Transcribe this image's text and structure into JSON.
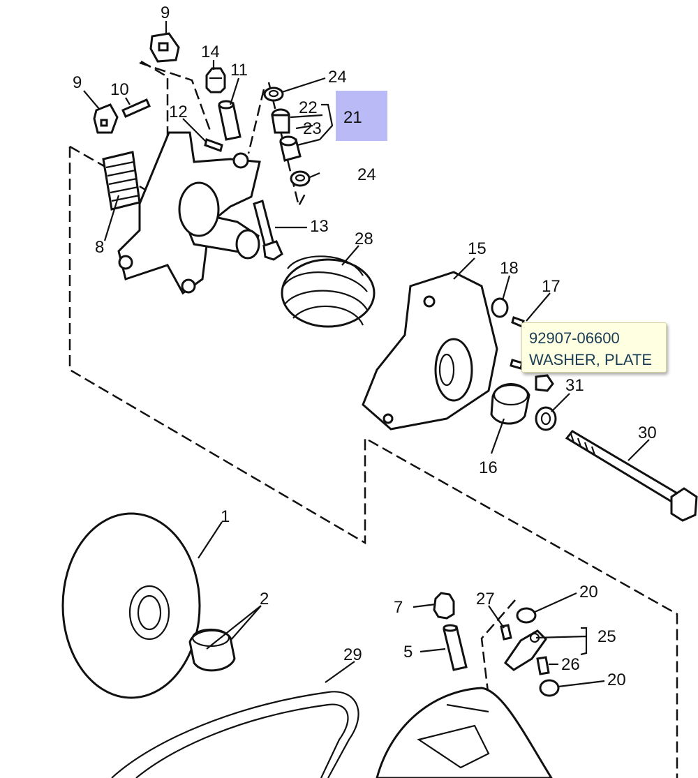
{
  "tooltip": {
    "part_number": "92907-06600",
    "description": "WASHER, PLATE"
  },
  "highlighted_callout": "21",
  "callouts": {
    "c1": "1",
    "c2": "2",
    "c5": "5",
    "c7": "7",
    "c8": "8",
    "c9a": "9",
    "c9b": "9",
    "c10": "10",
    "c11": "11",
    "c12": "12",
    "c13": "13",
    "c14": "14",
    "c15": "15",
    "c16": "16",
    "c17": "17",
    "c18": "18",
    "c20a": "20",
    "c20b": "20",
    "c21": "21",
    "c22": "22",
    "c23": "23",
    "c24a": "24",
    "c24b": "24",
    "c25": "25",
    "c26": "26",
    "c27": "27",
    "c28": "28",
    "c29": "29",
    "c30": "30",
    "c31": "31"
  }
}
